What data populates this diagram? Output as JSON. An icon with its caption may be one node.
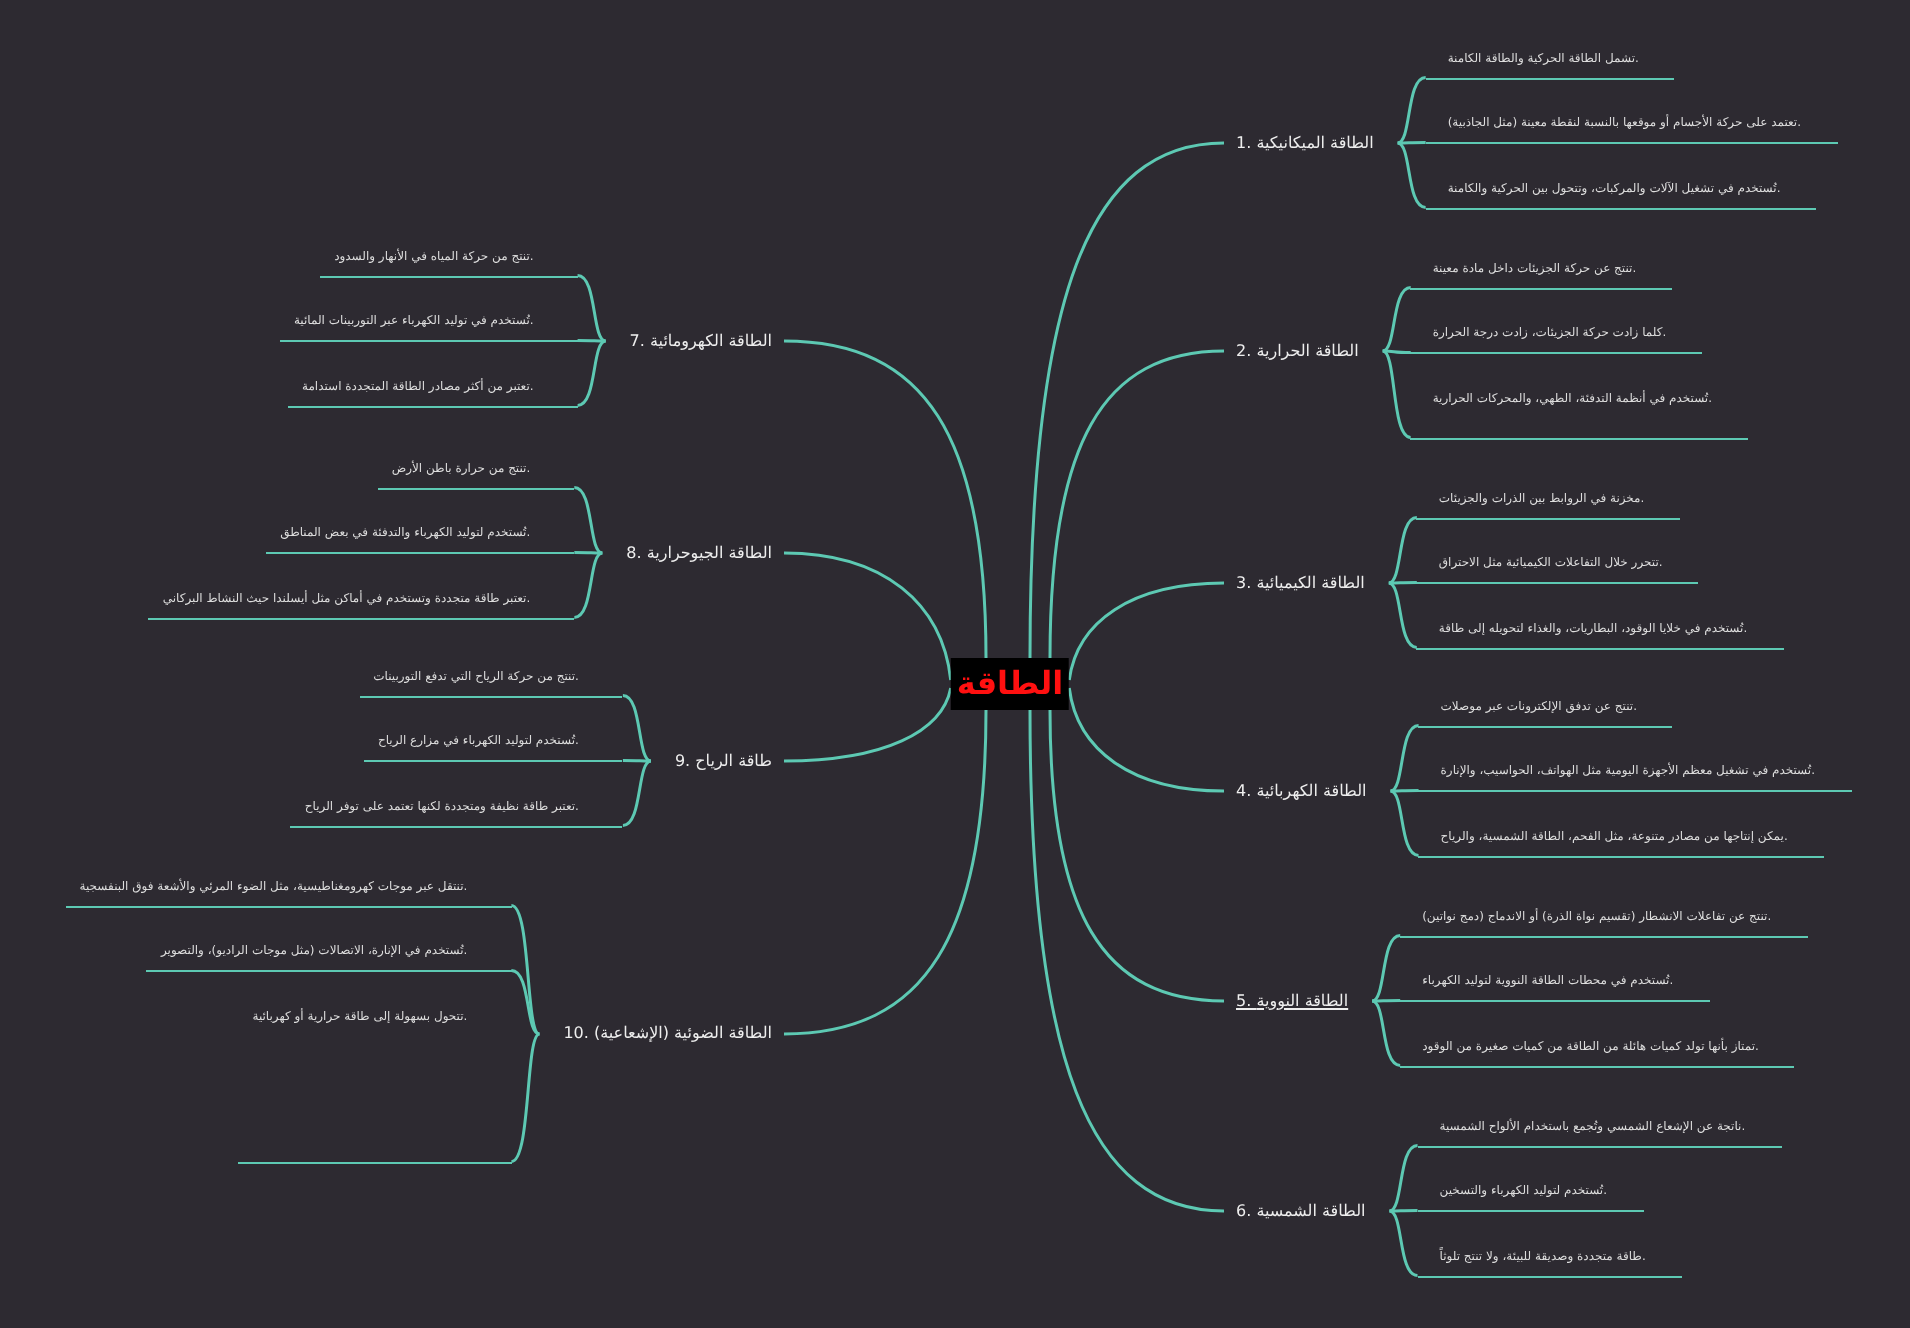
{
  "diagram": {
    "nodes": [
      {
        "text": [
          "الطاقة"
        ]
      },
      {
        "text": [
          "1. الطاقة الميكانيكية"
        ]
      },
      {
        "text": [
          "تشمل الطاقة الحركية والطاقة الكامنة."
        ]
      },
      {
        "text": [
          "تعتمد على حركة الأجسام أو موقعها بالنسبة لنقطة معينة (مثل الجاذبية)."
        ]
      },
      {
        "text": [
          "تُستخدم في تشغيل الآلات والمركبات، وتتحول بين الحركية والكامنة."
        ]
      },
      {
        "text": [
          "2. الطاقة الحرارية"
        ]
      },
      {
        "text": [
          "تنتج عن حركة الجزيئات داخل مادة معينة."
        ]
      },
      {
        "text": [
          "كلما زادت حركة الجزيئات، زادت درجة الحرارة."
        ]
      },
      {
        "text": [
          "تُستخدم في أنظمة التدفئة، الطهي، والمحركات الحرارية."
        ]
      },
      {
        "text": [
          "3. الطاقة الكيميائية"
        ]
      },
      {
        "text": [
          "مخزنة في الروابط بين الذرات والجزيئات."
        ]
      },
      {
        "text": [
          "تتحرر خلال التفاعلات الكيميائية مثل الاحتراق."
        ]
      },
      {
        "text": [
          "تُستخدم في خلايا الوقود، البطاريات، والغذاء لتحويله إلى طاقة."
        ]
      },
      {
        "text": [
          "4. الطاقة الكهربائية"
        ]
      },
      {
        "text": [
          "تنتج عن تدفق الإلكترونات عبر موصلات."
        ]
      },
      {
        "text": [
          "تُستخدم في تشغيل معظم الأجهزة اليومية مثل الهواتف، الحواسيب، والإنارة."
        ]
      },
      {
        "text": [
          "يمكن إنتاجها من مصادر متنوعة، مثل الفحم، الطاقة الشمسية، والرياح."
        ]
      },
      {
        "text": [
          "5. الطاقة النووية"
        ]
      },
      {
        "text": [
          "تنتج عن تفاعلات الانشطار (تقسيم نواة الذرة) أو الاندماج (دمج نواتين)."
        ]
      },
      {
        "text": [
          "تُستخدم في محطات الطاقة النووية لتوليد الكهرباء."
        ]
      },
      {
        "text": [
          "تمتاز بأنها تولد كميات هائلة من الطاقة من كميات صغيرة من الوقود."
        ]
      },
      {
        "text": [
          "6. الطاقة الشمسية"
        ]
      },
      {
        "text": [
          "ناتجة عن الإشعاع الشمسي وتُجمع باستخدام الألواح الشمسية."
        ]
      },
      {
        "text": [
          "تُستخدم لتوليد الكهرباء والتسخين."
        ]
      },
      {
        "text": [
          "طاقة متجددة وصديقة للبيئة، ولا تنتج تلوثاً."
        ]
      },
      {
        "text": [
          "7. الطاقة الكهرومائية"
        ]
      },
      {
        "text": [
          "تنتج من حركة المياه في الأنهار والسدود."
        ]
      },
      {
        "text": [
          "تُستخدم في توليد الكهرباء عبر التوربينات المائية."
        ]
      },
      {
        "text": [
          "تعتبر من أكثر مصادر الطاقة المتجددة استدامة."
        ]
      },
      {
        "text": [
          "8. الطاقة الجيوحرارية"
        ]
      },
      {
        "text": [
          "تنتج من حرارة باطن الأرض."
        ]
      },
      {
        "text": [
          "تُستخدم لتوليد الكهرباء والتدفئة في بعض المناطق."
        ]
      },
      {
        "text": [
          "تعتبر طاقة متجددة وتستخدم في أماكن مثل أيسلندا حيث النشاط البركاني."
        ]
      },
      {
        "text": [
          "9. طاقة الرياح"
        ]
      },
      {
        "text": [
          "تنتج من حركة الرياح التي تدفع التوربينات."
        ]
      },
      {
        "text": [
          "تُستخدم لتوليد الكهرباء في مزارع الرياح."
        ]
      },
      {
        "text": [
          "تعتبر طاقة نظيفة ومتجددة لكنها تعتمد على توفر الرياح."
        ]
      },
      {
        "text": [
          "10. الطاقة الضوئية (الإشعاعية)"
        ]
      },
      {
        "text": [
          "تنتقل عبر موجات كهرومغناطيسية، مثل الضوء المرئي والأشعة فوق البنفسجية."
        ]
      },
      {
        "text": [
          "تُستخدم في الإنارة، الاتصالات (مثل موجات الراديو)، والتصوير."
        ]
      },
      {
        "text": [
          "تتحول بسهولة إلى طاقة حرارية أو كهربائية."
        ]
      }
    ],
    "edges": [
      {
        "from": 0,
        "to": 1,
        "arrow": "none"
      },
      {
        "from": 0,
        "to": 5,
        "arrow": "none"
      },
      {
        "from": 0,
        "to": 9,
        "arrow": "none"
      },
      {
        "from": 0,
        "to": 13,
        "arrow": "none"
      },
      {
        "from": 0,
        "to": 17,
        "arrow": "none"
      },
      {
        "from": 0,
        "to": 21,
        "arrow": "none"
      },
      {
        "from": 0,
        "to": 25,
        "arrow": "none"
      },
      {
        "from": 0,
        "to": 29,
        "arrow": "none"
      },
      {
        "from": 0,
        "to": 33,
        "arrow": "none"
      },
      {
        "from": 0,
        "to": 37,
        "arrow": "none"
      },
      {
        "from": 1,
        "to": 2,
        "arrow": "none"
      },
      {
        "from": 1,
        "to": 3,
        "arrow": "none"
      },
      {
        "from": 1,
        "to": 4,
        "arrow": "none"
      },
      {
        "from": 5,
        "to": 6,
        "arrow": "none"
      },
      {
        "from": 5,
        "to": 7,
        "arrow": "none"
      },
      {
        "from": 5,
        "to": 8,
        "arrow": "none"
      },
      {
        "from": 9,
        "to": 10,
        "arrow": "none"
      },
      {
        "from": 9,
        "to": 11,
        "arrow": "none"
      },
      {
        "from": 9,
        "to": 12,
        "arrow": "none"
      },
      {
        "from": 13,
        "to": 14,
        "arrow": "none"
      },
      {
        "from": 13,
        "to": 15,
        "arrow": "none"
      },
      {
        "from": 13,
        "to": 16,
        "arrow": "none"
      },
      {
        "from": 17,
        "to": 18,
        "arrow": "none"
      },
      {
        "from": 17,
        "to": 19,
        "arrow": "none"
      },
      {
        "from": 17,
        "to": 20,
        "arrow": "none"
      },
      {
        "from": 21,
        "to": 22,
        "arrow": "none"
      },
      {
        "from": 21,
        "to": 23,
        "arrow": "none"
      },
      {
        "from": 21,
        "to": 24,
        "arrow": "none"
      },
      {
        "from": 25,
        "to": 26,
        "arrow": "none"
      },
      {
        "from": 25,
        "to": 27,
        "arrow": "none"
      },
      {
        "from": 25,
        "to": 28,
        "arrow": "none"
      },
      {
        "from": 29,
        "to": 30,
        "arrow": "none"
      },
      {
        "from": 29,
        "to": 31,
        "arrow": "none"
      },
      {
        "from": 29,
        "to": 32,
        "arrow": "none"
      },
      {
        "from": 33,
        "to": 34,
        "arrow": "none"
      },
      {
        "from": 33,
        "to": 35,
        "arrow": "none"
      },
      {
        "from": 33,
        "to": 36,
        "arrow": "none"
      },
      {
        "from": 37,
        "to": 38,
        "arrow": "none"
      },
      {
        "from": 37,
        "to": 39,
        "arrow": "none"
      },
      {
        "from": 37,
        "to": 40,
        "arrow": "none"
      }
    ]
  }
}
